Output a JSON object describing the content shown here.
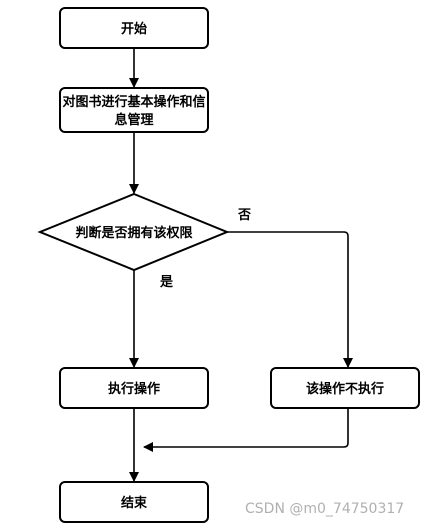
{
  "nodes": {
    "start": "开始",
    "process_line1": "对图书进行基本操作和信",
    "process_line2": "息管理",
    "decision": "判断是否拥有该权限",
    "execute": "执行操作",
    "reject": "该操作不执行",
    "end": "结束"
  },
  "edges": {
    "yes_label": "是",
    "no_label": "否"
  },
  "watermark": "CSDN @m0_74750317"
}
